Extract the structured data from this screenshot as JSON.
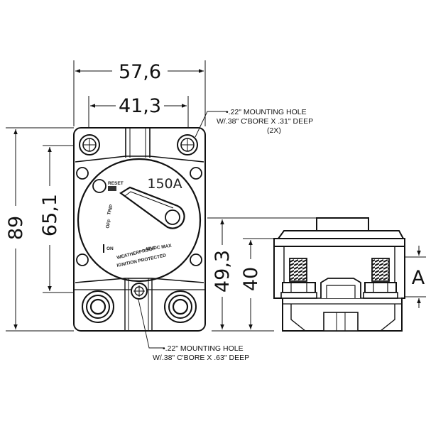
{
  "dimensions": {
    "overall_width": "57,6",
    "hole_spacing": "41,3",
    "overall_height": "89",
    "hole_vertical": "65,1",
    "side_height_a": "49,3",
    "side_height_b": "40",
    "terminal_label": "A"
  },
  "notes": {
    "top_hole": [
      "•.22\" MOUNTING HOLE",
      "W/.38\" C'BORE X .31\" DEEP",
      "(2X)"
    ],
    "bottom_hole": [
      "•.22\" MOUNTING HOLE",
      "W/.38\" C'BORE X .63\" DEEP"
    ]
  },
  "face": {
    "rating": "150A",
    "voltage": "48VDC MAX",
    "line1": "WEATHERPROOF",
    "line2": "IGNITION PROTECTED",
    "reset": "RESET",
    "on": "ON",
    "off": "OFF",
    "trip": "TRIP"
  },
  "colors": {
    "line": "#111111",
    "body": "#ffffff"
  }
}
